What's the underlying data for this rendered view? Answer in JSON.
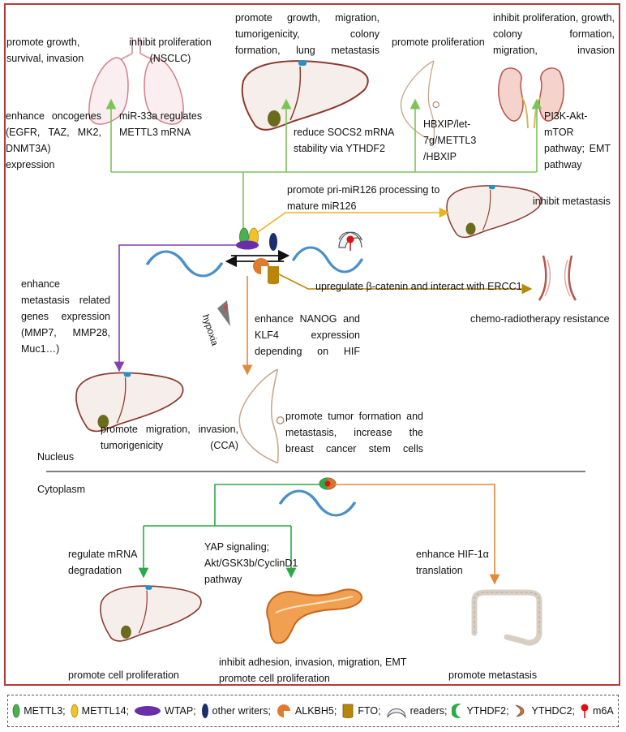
{
  "lung_block": {
    "left_text": "promote growth, survival, invasion",
    "right_text": "inhibit proliferation (NSCLC)",
    "mech1": "enhance oncogenes (EGFR, TAZ, MK2, DNMT3A) expression",
    "mech2": "miR-33a regulates METTL3 mRNA"
  },
  "liver_block": {
    "top_text": "promote growth, migration, tumorigenicity, colony formation, lung metastasis",
    "mech": "reduce SOCS2 mRNA stability via YTHDF2"
  },
  "breast_block": {
    "top_text": "promote proliferation",
    "mech": "HBXIP/let-7g/METTL3 /HBXIP"
  },
  "kidney_block": {
    "top_text": "inhibit proliferation, growth, colony formation, migration, invasion",
    "mech": "PI3K-Akt-mTOR pathway; EMT pathway"
  },
  "mir126": {
    "mech": "promote pri-miR126 processing to mature miR126",
    "outcome": "inhibit metastasis"
  },
  "fto": {
    "mech": "upregulate β-catenin and interact with ERCC1",
    "outcome": "chemo-radiotherapy resistance"
  },
  "wtap_path": {
    "mech": "enhance metastasis related genes expression (MMP7, MMP28, Muc1…)",
    "outcome": "promote migration, invasion, tumorigenicity (CCA)"
  },
  "alkbh5_path": {
    "hypoxia": "hypoxia",
    "mech": "enhance NANOG and KLF4 expression depending on HIF",
    "outcome": "promote tumor formation and metastasis, increase the breast cancer stem cells"
  },
  "compartments": {
    "nucleus": "Nucleus",
    "cytoplasm": "Cytoplasm"
  },
  "cyto_liver": {
    "mech": "regulate mRNA degradation",
    "outcome": "promote cell proliferation"
  },
  "cyto_pancreas": {
    "mech": "YAP signaling; Akt/GSK3b/CyclinD1 pathway",
    "outcome1": "inhibit adhesion, invasion, migration, EMT",
    "outcome2": "promote cell proliferation"
  },
  "cyto_colon": {
    "mech": "enhance HIF-1α translation",
    "outcome": "promote metastasis"
  },
  "legend": {
    "items": [
      {
        "label": "METTL3;"
      },
      {
        "label": "METTL14;"
      },
      {
        "label": "WTAP;"
      },
      {
        "label": "other writers;"
      },
      {
        "label": "ALKBH5;"
      },
      {
        "label": "FTO;"
      },
      {
        "label": "readers;"
      },
      {
        "label": "YTHDF2;"
      },
      {
        "label": "YTHDC2;"
      },
      {
        "label": "m6A"
      }
    ]
  },
  "colors": {
    "frame": "#b83a3a",
    "green_arrow": "#7cc35a",
    "yellow_arrow": "#e6b41e",
    "purple_arrow": "#8a3fb0",
    "orange_arrow": "#e08a3c",
    "dark_arrow": "#b8860b",
    "cyto_green": "#2ea84a",
    "cyto_orange": "#e08a3c",
    "rna_blue": "#4a90c8",
    "mettl3": "#4caf50",
    "mettl14": "#f2c12e",
    "wtap": "#6a2fa8",
    "other_writers": "#1a2f6b",
    "alkbh5": "#e07a2e",
    "fto": "#b8860b",
    "liver": "#8b3a2f"
  }
}
